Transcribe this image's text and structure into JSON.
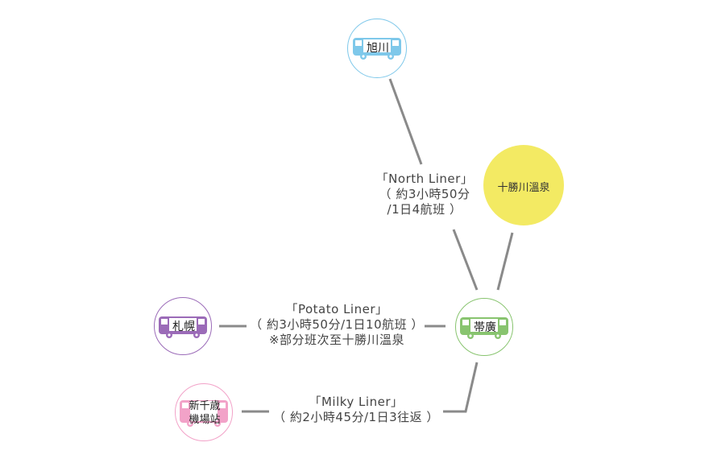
{
  "stations": {
    "asahikawa": {
      "label": "旭川",
      "color": "#7ec8ea"
    },
    "obihiro": {
      "label": "帯廣",
      "color": "#88c46f"
    },
    "sapporo": {
      "label": "札幌",
      "color": "#9b6bb8"
    },
    "shinchitose": {
      "label_line1": "新千歳",
      "label_line2": "機場站",
      "color": "#f2a2c8"
    },
    "tokachigawa": {
      "label": "十勝川溫泉",
      "color": "#f3ea63"
    }
  },
  "routes": {
    "north": {
      "line1": "「North Liner」",
      "line2": "（ 約3小時50分",
      "line3": "/1日4航班 ）"
    },
    "potato": {
      "line1": "「Potato Liner」",
      "line2": "（ 約3小時50分/1日10航班 ）",
      "line3": "※部分班次至十勝川溫泉"
    },
    "milky": {
      "line1": "「Milky Liner」",
      "line2": "（ 約2小時45分/1日3往返 ）"
    }
  },
  "line_color": "#8a8a8a"
}
